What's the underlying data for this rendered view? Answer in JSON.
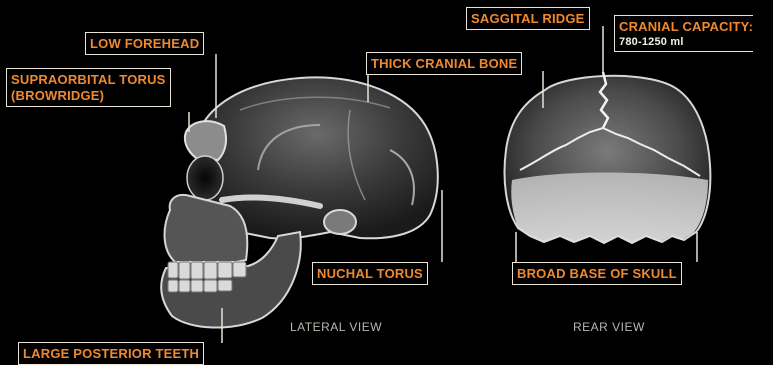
{
  "labels": {
    "low_forehead": "LOW FOREHEAD",
    "supraorbital_line1": "SUPRAORBITAL TORUS",
    "supraorbital_line2": "(BROWRIDGE)",
    "thick_cranial_bone": "THICK CRANIAL BONE",
    "saggital_ridge": "SAGGITAL RIDGE",
    "cranial_capacity_title": "CRANIAL CAPACITY:",
    "cranial_capacity_value": "780-1250 ml",
    "nuchal_torus": "NUCHAL TORUS",
    "broad_base": "BROAD BASE OF SKULL",
    "posterior_teeth": "LARGE POSTERIOR TEETH"
  },
  "views": {
    "lateral": "LATERAL VIEW",
    "rear": "REAR VIEW"
  },
  "colors": {
    "label_text": "#f0892e",
    "label_border": "#e9e3d6",
    "background": "#000000"
  }
}
